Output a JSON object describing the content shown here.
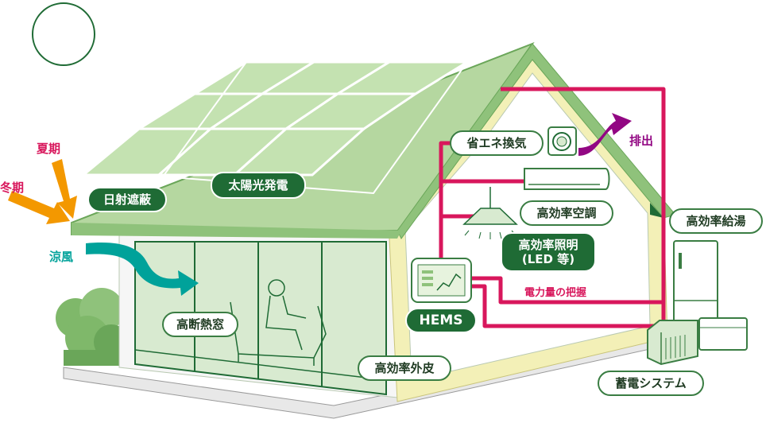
{
  "labels": {
    "summer": "夏期",
    "winter": "冬期",
    "breeze": "涼風",
    "sun_shading": "日射遮蔽",
    "solar_power": "太陽光発電",
    "insulated_window": "高断熱窓",
    "envelope": "高効率外皮",
    "ventilation": "省エネ換気",
    "exhaust": "排出",
    "air_conditioner": "高効率空調",
    "lighting_line1": "高効率照明",
    "lighting_line2": "(LED 等)",
    "power_monitoring": "電力量の把握",
    "hems": "HEMS",
    "water_heater": "高効率給湯",
    "storage": "蓄電システム"
  },
  "colors": {
    "roof": "#b5d7a0",
    "roof_dark": "#8fc27b",
    "wall_cream": "#f3f0b7",
    "wire": "#d8175c",
    "sun_arrow": "#f39800",
    "breeze_arrow": "#00a29a",
    "exhaust_arrow": "#920783",
    "pill_dark": "#1f6b35",
    "pill_border": "#3a7d43"
  }
}
